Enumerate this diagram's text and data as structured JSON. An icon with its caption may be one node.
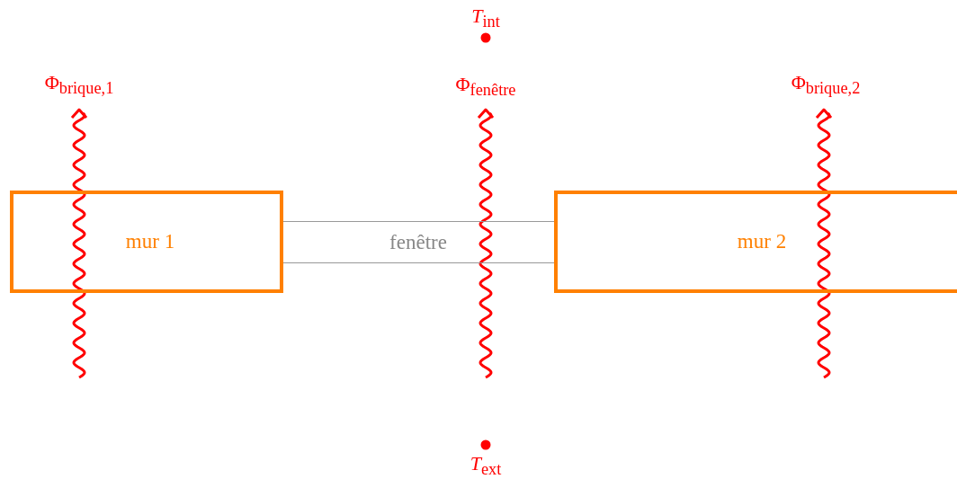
{
  "diagram": {
    "nodes": [
      {
        "text": [
          "mur 1"
        ]
      },
      {
        "text": [
          "fenêtre"
        ]
      },
      {
        "text": [
          "mur 2"
        ]
      }
    ],
    "labels": [
      "*T*$_{int}$",
      "Φ$_{brique,1}$",
      "Φ$_{fenêtre}$",
      "Φ$_{brique,2}$",
      "*T*$_{ext}$"
    ]
  }
}
